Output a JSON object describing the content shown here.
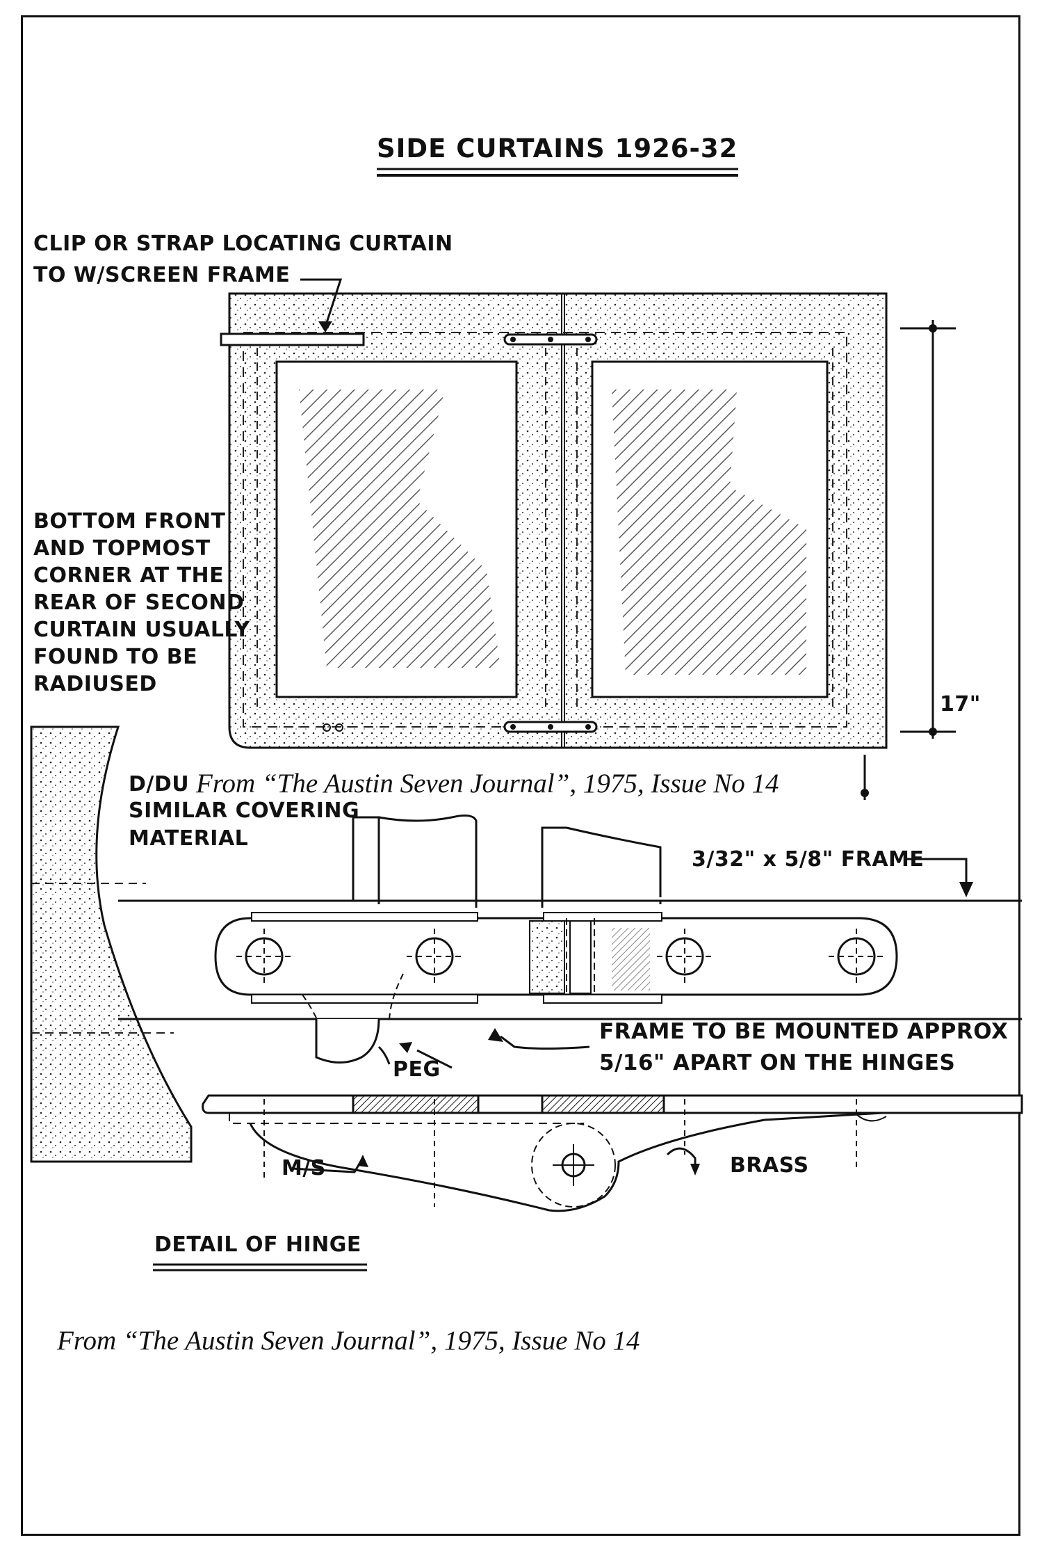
{
  "title": "SIDE CURTAINS 1926-32",
  "labels": {
    "clip_line1": "CLIP OR STRAP LOCATING CURTAIN",
    "clip_line2": "TO W/SCREEN FRAME",
    "bottom_front": [
      "BOTTOM FRONT",
      "AND TOPMOST",
      "CORNER AT THE",
      "REAR OF SECOND",
      "CURTAIN USUALLY",
      "FOUND TO BE",
      "RADIUSED"
    ],
    "height_dim": "17\"",
    "material_line1": "D/DU",
    "material_line2": "SIMILAR COVERING",
    "material_line3": "MATERIAL",
    "frame_size": "3/32\" x 5/8\" FRAME",
    "frame_mount_line1": "FRAME TO BE MOUNTED APPROX",
    "frame_mount_line2": "5/16\" APART ON THE HINGES",
    "peg": "PEG",
    "ms": "M/S",
    "brass": "BRASS",
    "detail": "DETAIL OF HINGE"
  },
  "captions": {
    "overlay": "From “The Austin Seven Journal”, 1975, Issue No 14",
    "bottom": "From “The Austin Seven Journal”, 1975, Issue No 14"
  }
}
